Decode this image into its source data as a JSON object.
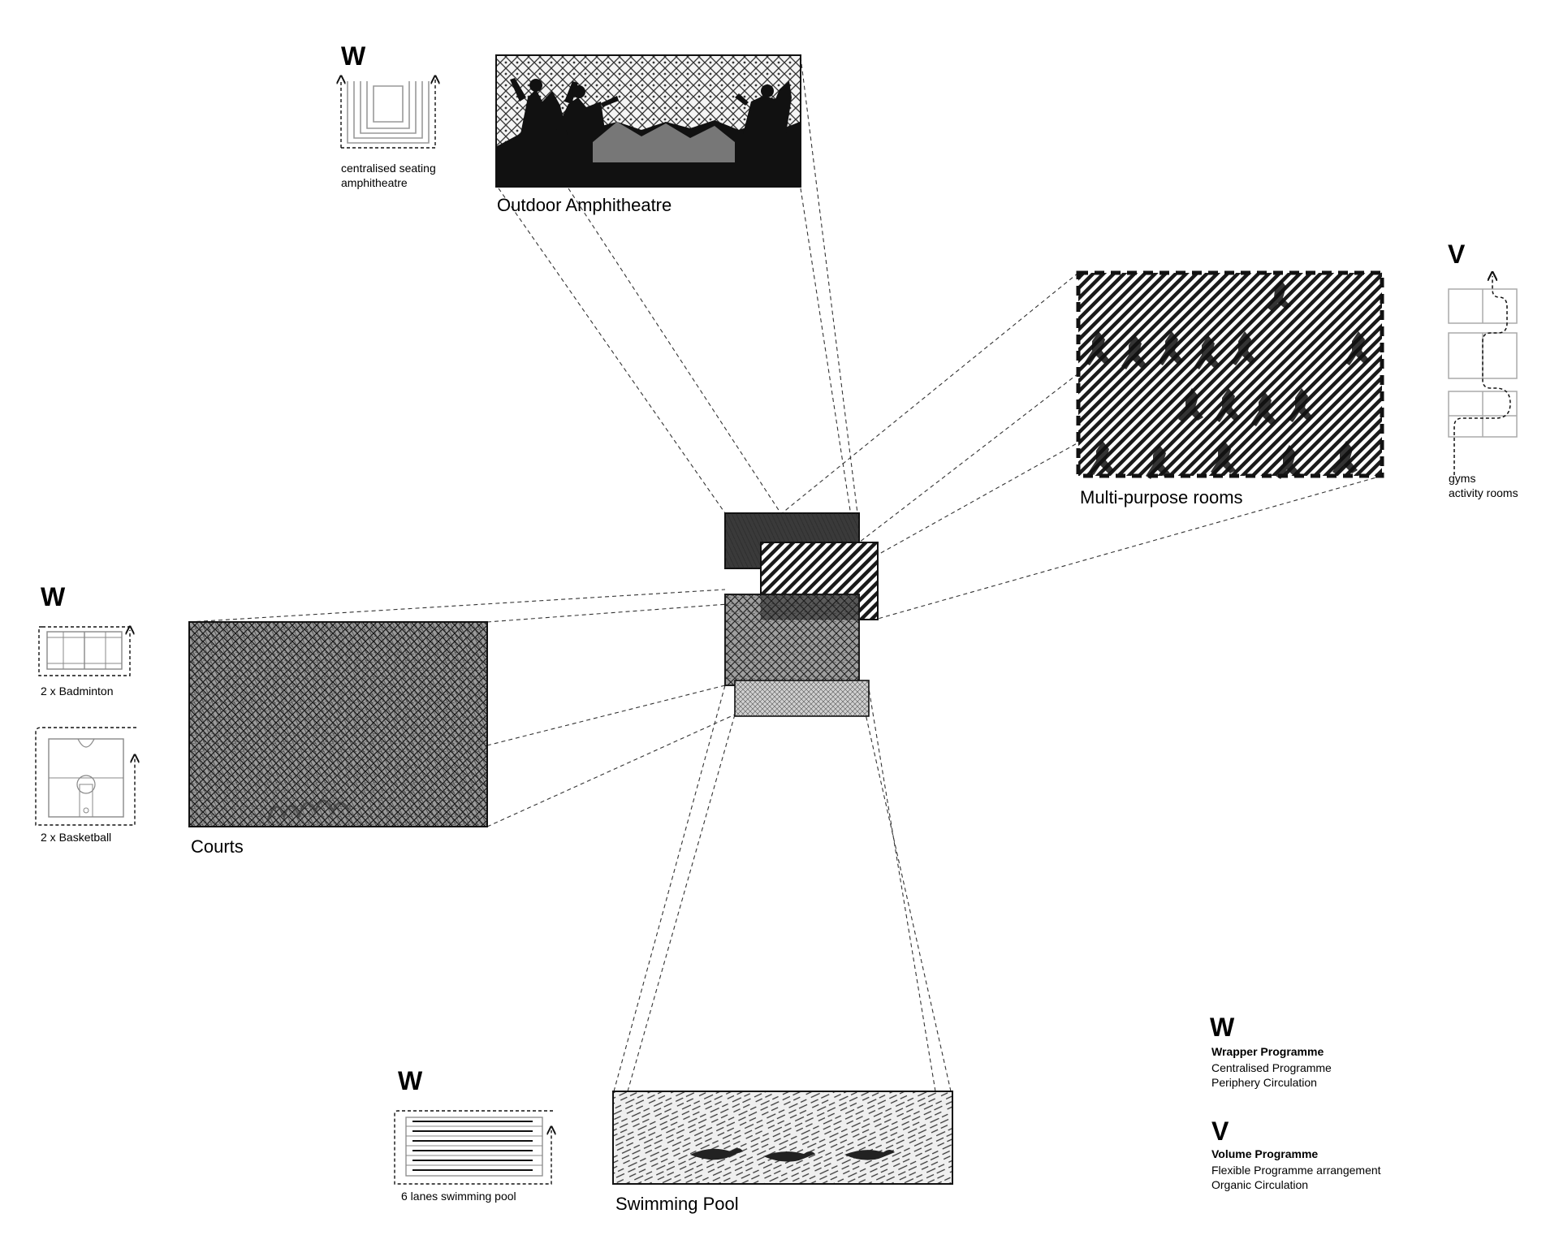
{
  "zones": {
    "amphitheatre": {
      "label": "Outdoor Amphitheatre"
    },
    "multipurpose": {
      "label": "Multi-purpose rooms"
    },
    "courts": {
      "label": "Courts"
    },
    "pool": {
      "label": "Swimming Pool"
    }
  },
  "icons": {
    "amphitheatre": {
      "letter": "W",
      "caption_line1": "centralised seating",
      "caption_line2": "amphitheatre"
    },
    "multipurpose": {
      "letter": "V",
      "caption_line1": "gyms",
      "caption_line2": "activity rooms"
    },
    "badminton": {
      "letter": "W",
      "caption": "2 x Badminton"
    },
    "basketball": {
      "caption": "2 x Basketball"
    },
    "pool": {
      "letter": "W",
      "caption": "6 lanes swimming pool"
    }
  },
  "legend": {
    "wrapper": {
      "letter": "W",
      "title": "Wrapper Programme",
      "line1": "Centralised Programme",
      "line2": "Periphery Circulation"
    },
    "volume": {
      "letter": "V",
      "title": "Volume Programme",
      "line1": "Flexible Programme arrangement",
      "line2": "Organic Circulation"
    }
  }
}
